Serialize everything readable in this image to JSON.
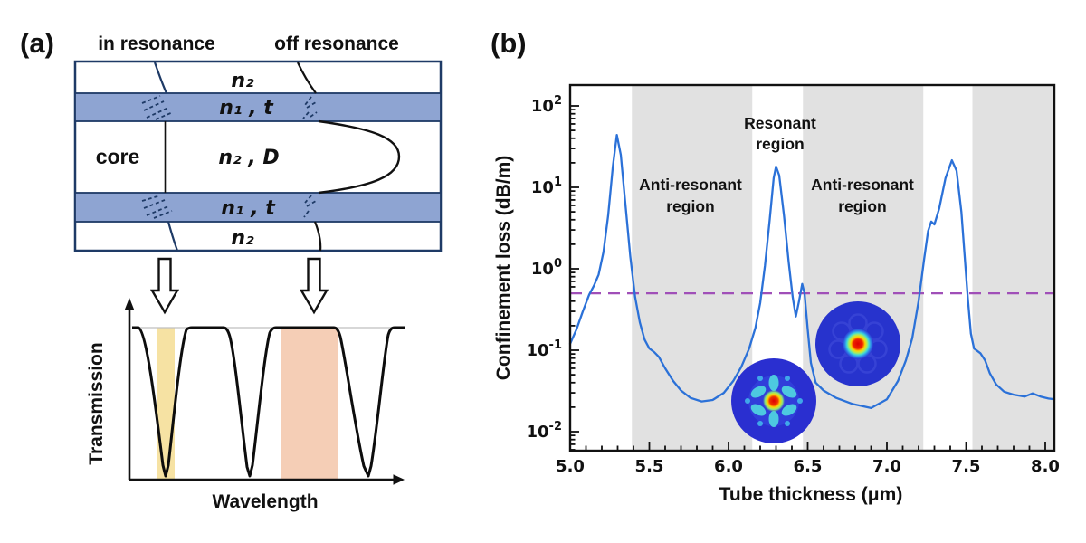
{
  "panel_a": {
    "label": "(a)",
    "in_resonance": "in resonance",
    "off_resonance": "off resonance",
    "fiber_labels": {
      "outer_top": "n₂",
      "tube_top": "n₁ ,  t",
      "core": "core",
      "core_region": "n₂ , D",
      "tube_bottom": "n₁ ,  t",
      "outer_bottom": "n₂"
    },
    "transmission_plot": {
      "ylabel": "Transmission",
      "xlabel": "Wavelength"
    },
    "colors": {
      "tube_fill": "#8EA4D2",
      "outline": "#1E3A66",
      "in_resonance_band": "#F6E2A3",
      "off_resonance_band": "#F5CEB6"
    }
  },
  "panel_b": {
    "label": "(b)",
    "ylabel": "Confinement loss (dB/m)",
    "xlabel": "Tube thickness (μm)",
    "resonant_region": [
      "Resonant",
      "region"
    ],
    "antiresonant_region_1": [
      "Anti-resonant",
      "region"
    ],
    "antiresonant_region_2": [
      "Anti-resonant",
      "region"
    ],
    "mode_insets": [
      "higher-order-resonant-mode-field",
      "fundamental-antiresonant-mode-field"
    ],
    "colors": {
      "curve": "#2B71D8",
      "band_gray": "#E1E1E1",
      "threshold_purple": "#A04FB8",
      "resonant_text": "#FF0000"
    }
  },
  "chart_data": {
    "type": "line",
    "title": "",
    "xlabel": "Tube thickness (μm)",
    "ylabel": "Confinement loss (dB/m)",
    "x_range": [
      5.0,
      8.06
    ],
    "y_scale": "log",
    "y_range": [
      0.006,
      180
    ],
    "grid": false,
    "legend": "none",
    "x_major_ticks": [
      5.0,
      5.5,
      6.0,
      6.5,
      7.0,
      7.5,
      8.0
    ],
    "x_minor_step": 0.1,
    "y_major_ticks": [
      {
        "exp": 2,
        "label": "10²"
      },
      {
        "exp": 1,
        "label": "10¹"
      },
      {
        "exp": 0,
        "label": "10⁰"
      },
      {
        "exp": -1,
        "label": "10⁻¹"
      },
      {
        "exp": -2,
        "label": "10⁻²"
      }
    ],
    "antiresonant_bands": [
      [
        5.39,
        6.15
      ],
      [
        6.47,
        7.23
      ],
      [
        7.54,
        8.06
      ]
    ],
    "threshold_line": {
      "value": 0.5,
      "style": "dashed",
      "color": "#A04FB8"
    },
    "annotations": [
      {
        "text_lines": [
          "Resonant",
          "region"
        ],
        "x": 6.33,
        "color": "#FF0000"
      },
      {
        "text_lines": [
          "Anti-resonant",
          "region"
        ],
        "x": 5.76,
        "color": "#111111"
      },
      {
        "text_lines": [
          "Anti-resonant",
          "region"
        ],
        "x": 6.85,
        "color": "#111111"
      }
    ],
    "series": [
      {
        "name": "confinement loss",
        "color": "#2B71D8",
        "x": [
          5.0,
          5.04,
          5.08,
          5.12,
          5.15,
          5.18,
          5.21,
          5.24,
          5.27,
          5.295,
          5.32,
          5.35,
          5.38,
          5.41,
          5.44,
          5.47,
          5.5,
          5.53,
          5.56,
          5.6,
          5.65,
          5.7,
          5.76,
          5.83,
          5.9,
          5.97,
          6.03,
          6.08,
          6.13,
          6.17,
          6.2,
          6.23,
          6.26,
          6.285,
          6.3,
          6.32,
          6.35,
          6.38,
          6.405,
          6.425,
          6.445,
          6.465,
          6.48,
          6.5,
          6.52,
          6.55,
          6.6,
          6.68,
          6.78,
          6.9,
          7.0,
          7.07,
          7.12,
          7.16,
          7.2,
          7.235,
          7.26,
          7.28,
          7.3,
          7.33,
          7.37,
          7.41,
          7.44,
          7.47,
          7.49,
          7.51,
          7.53,
          7.55,
          7.59,
          7.62,
          7.65,
          7.69,
          7.74,
          7.8,
          7.87,
          7.92,
          7.97,
          8.02,
          8.06
        ],
        "y": [
          0.12,
          0.18,
          0.3,
          0.48,
          0.62,
          0.85,
          1.6,
          4.5,
          18,
          44,
          25,
          6,
          1.4,
          0.45,
          0.22,
          0.135,
          0.105,
          0.095,
          0.083,
          0.06,
          0.042,
          0.032,
          0.026,
          0.0235,
          0.0245,
          0.03,
          0.042,
          0.062,
          0.105,
          0.19,
          0.38,
          1.1,
          4.0,
          13,
          18,
          14,
          4.5,
          1.2,
          0.45,
          0.26,
          0.4,
          0.65,
          0.5,
          0.18,
          0.07,
          0.04,
          0.032,
          0.026,
          0.022,
          0.0195,
          0.025,
          0.042,
          0.075,
          0.14,
          0.4,
          1.3,
          2.9,
          3.8,
          3.5,
          5.5,
          13,
          21.5,
          16,
          5,
          1.5,
          0.45,
          0.16,
          0.105,
          0.092,
          0.075,
          0.052,
          0.038,
          0.031,
          0.0285,
          0.027,
          0.0295,
          0.027,
          0.0255,
          0.025
        ]
      }
    ]
  }
}
